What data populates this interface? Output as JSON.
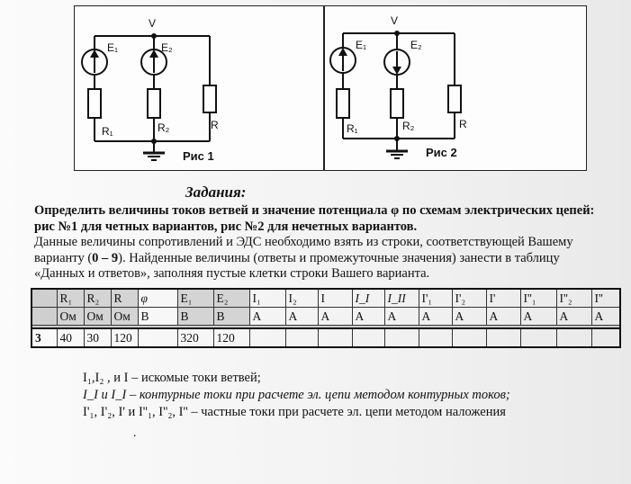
{
  "figure1": {
    "node_label": "V",
    "e1": "E₁",
    "e2": "E₂",
    "r1": "R₁",
    "r2": "R₂",
    "r": "R",
    "caption": "Рис 1"
  },
  "figure2": {
    "node_label": "V",
    "e1": "E₁",
    "e2": "E₂",
    "r1": "R₁",
    "r2": "R₂",
    "r": "R",
    "caption": "Рис 2"
  },
  "tasks": {
    "heading": "Задания:",
    "line1_bold": "Определить величины токов ветвей  и значение потенциала φ по схемам электрических цепей: рис №1 для четных вариантов, рис №2 для нечетных вариантов.",
    "line2": "Данные величины сопротивлений и ЭДС необходимо взять из строки, соответствующей Вашему варианту (",
    "line2_range": "0 – 9",
    "line2_end": "). Найденные величины (ответы и промежуточные значения) занести в таблицу «Данных и ответов», заполняя пустые клетки строки Вашего варианта."
  },
  "table": {
    "headers": [
      "R₁",
      "R₂",
      "R",
      "φ",
      "E₁",
      "E₂",
      "I₁",
      "I₂",
      "I",
      "I_I",
      "I_II",
      "I'₁",
      "I'₂",
      "I'",
      "I''₁",
      "I''₂",
      "I''"
    ],
    "units": [
      "Ом",
      "Ом",
      "Ом",
      "В",
      "В",
      "В",
      "А",
      "А",
      "А",
      "А",
      "А",
      "А",
      "А",
      "А",
      "А",
      "А",
      "А"
    ],
    "variant": "3",
    "values": [
      "40",
      "30",
      "120",
      "",
      "320",
      "120",
      "",
      "",
      "",
      "",
      "",
      "",
      "",
      "",
      "",
      "",
      ""
    ]
  },
  "notes": {
    "line1": "I₁,I₂ , и I – искомые токи ветвей;",
    "line2": "I_I и I_I – контурные токи при расчете эл. цепи методом контурных токов;",
    "line3": "I'₁, I'₂, I' и  I''₁, I''₂, I'' – частные токи при расчете эл. цепи методом наложения",
    "dot": "."
  }
}
